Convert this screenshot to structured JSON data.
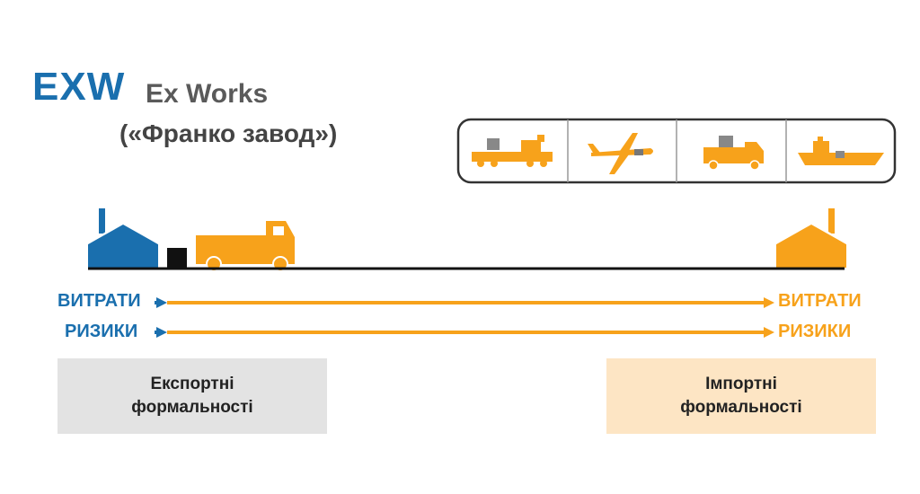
{
  "title": {
    "code": "EXW",
    "name": "Ex Works",
    "subtitle": "(«Франко завод»)"
  },
  "flow": {
    "costs_label": "ВИТРАТИ",
    "risks_label": "РИЗИКИ"
  },
  "boxes": {
    "export_line1": "Експортні",
    "export_line2": "формальності",
    "import_line1": "Імпортні",
    "import_line2": "формальності"
  },
  "colors": {
    "seller_blue": "#1a6fae",
    "buyer_orange": "#f7a21b",
    "export_box": "#e3e3e3",
    "import_box": "#fde5c4"
  },
  "transport_modes": [
    "train-icon",
    "airplane-icon",
    "truck-icon",
    "ship-icon"
  ]
}
